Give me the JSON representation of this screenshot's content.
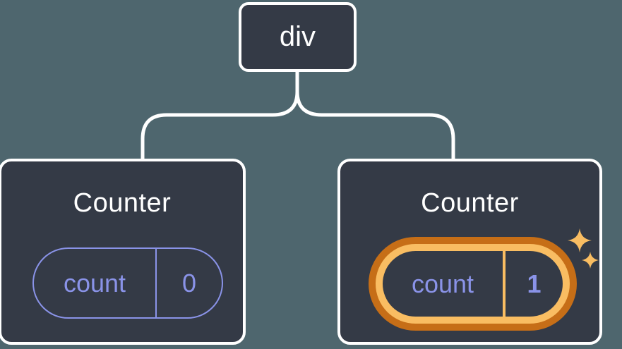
{
  "diagram": {
    "type": "react-component-tree",
    "colors": {
      "background": "#4E666E",
      "node_fill": "#343A46",
      "node_border": "#ffffff",
      "connector": "#ffffff",
      "state_purple": "#8A93E8",
      "highlight_orange_dark": "#C66E17",
      "highlight_orange_light": "#F9BD62"
    },
    "root": {
      "label": "div"
    },
    "children": [
      {
        "label": "Counter",
        "highlighted": false,
        "state": {
          "key": "count",
          "value": "0"
        }
      },
      {
        "label": "Counter",
        "highlighted": true,
        "state": {
          "key": "count",
          "value": "1"
        },
        "badge_icon": "sparkles-icon"
      }
    ]
  }
}
